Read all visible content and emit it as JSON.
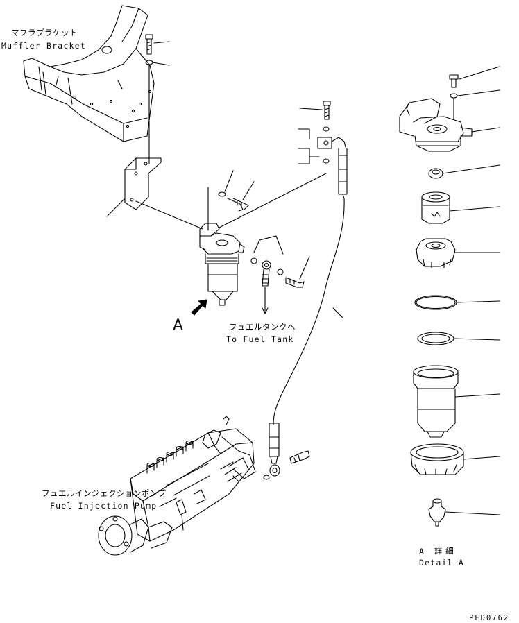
{
  "labels": {
    "muffler_bracket_jp": "マフラブラケット",
    "muffler_bracket_en": "Muffler Bracket",
    "fuel_tank_jp": "フュエルタンクへ",
    "fuel_tank_en": "To Fuel Tank",
    "pump_jp": "フュエルインジェクションポンプ",
    "pump_en": "Fuel Injection Pump",
    "view_marker": "A",
    "detail_jp_letter": "A",
    "detail_jp": "詳 細",
    "detail_en": "Detail A",
    "drawing_code": "PED0762"
  }
}
